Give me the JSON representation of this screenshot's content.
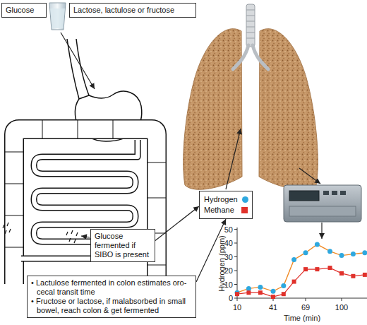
{
  "diagram": {
    "nodes": [
      {
        "text": [
          "Glucose"
        ]
      },
      {
        "text": [
          "Lactose, lactulose or fructose"
        ]
      },
      {
        "text": [
          "Glucose fermented if SIBO is present"
        ]
      },
      {
        "text": [
          "• Lactulose fermented in colon estimates oro-cecal transit time",
          "• Fructose or lactose, if malabsorbed in small bowel, reach colon & get fermented"
        ]
      },
      {
        "text": [
          "Hydrogen",
          "Methane"
        ]
      }
    ],
    "edges": [
      {
        "from": 2,
        "to": 4,
        "arrow": "to"
      },
      {
        "from": 3,
        "to": 4,
        "arrow": "to"
      }
    ],
    "labels": [
      "0",
      "10",
      "20",
      "30",
      "40",
      "50",
      "10",
      "41",
      "69",
      "100",
      "Hydrogen (ppm)",
      "Time (min)"
    ]
  }
}
